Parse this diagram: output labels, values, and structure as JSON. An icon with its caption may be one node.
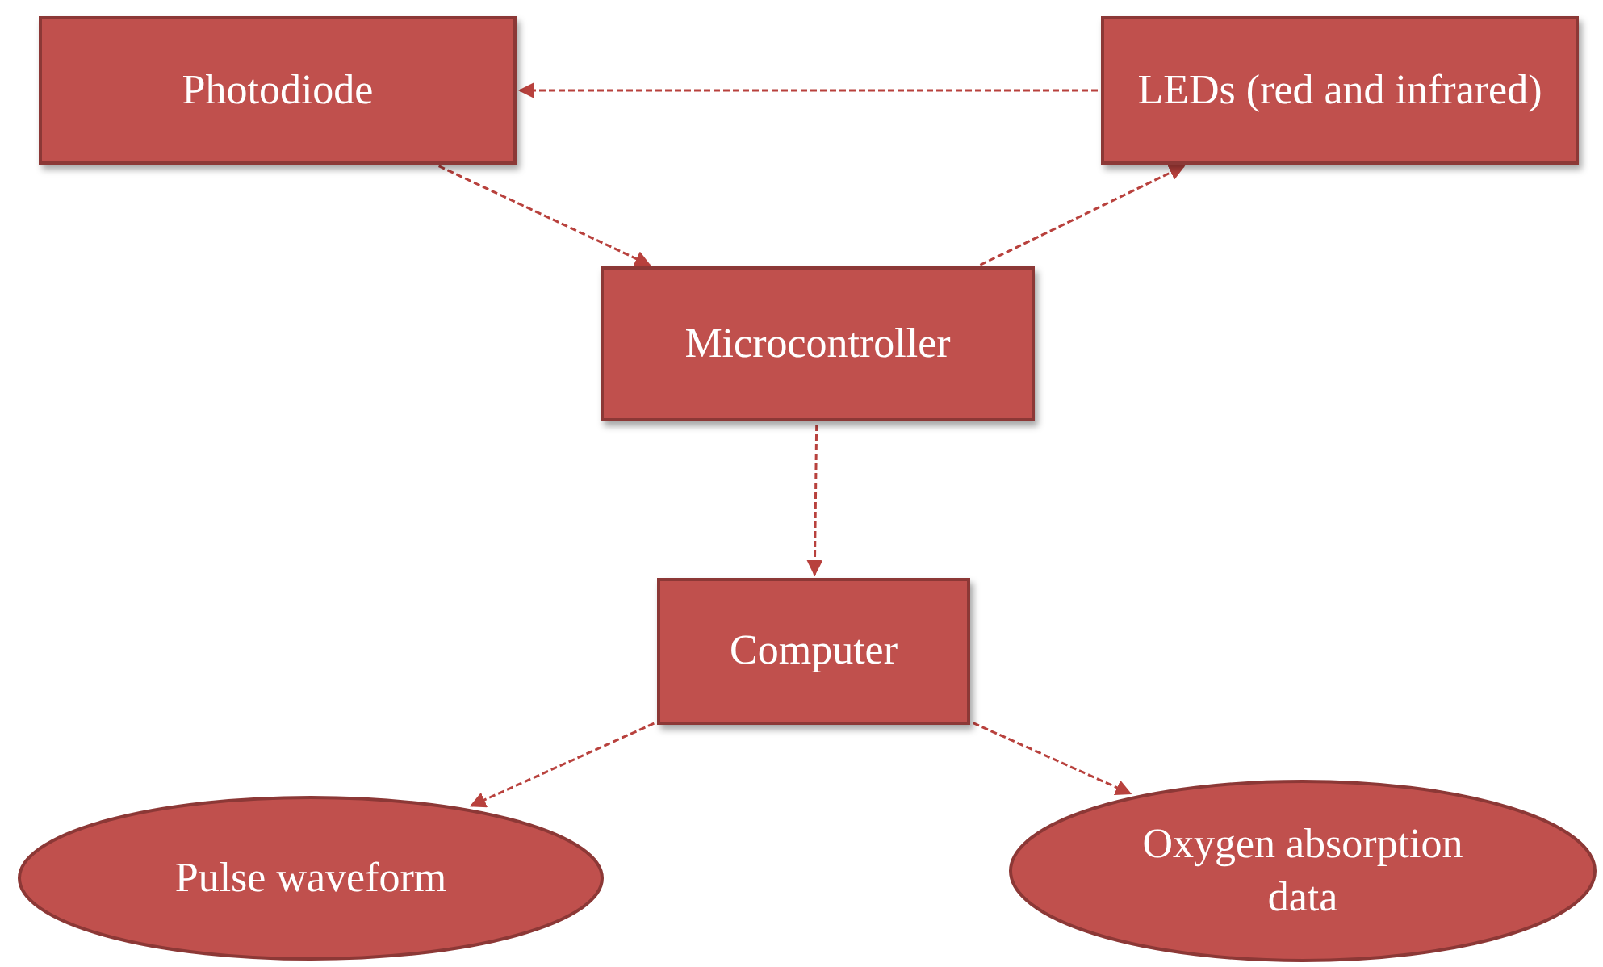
{
  "diagram": {
    "nodes": [
      {
        "text": [
          "Photodiode"
        ]
      },
      {
        "text": [
          "LEDs (red and infrared)"
        ]
      },
      {
        "text": [
          "Microcontroller"
        ]
      },
      {
        "text": [
          "Computer"
        ]
      },
      {
        "text": [
          "Pulse waveform"
        ]
      },
      {
        "text": [
          "Oxygen absorption data"
        ]
      }
    ],
    "edges": [
      {
        "from": 1,
        "to": 0,
        "arrow": "to"
      },
      {
        "from": 0,
        "to": 2,
        "arrow": "to"
      },
      {
        "from": 2,
        "to": 1,
        "arrow": "to"
      },
      {
        "from": 2,
        "to": 3,
        "arrow": "to"
      },
      {
        "from": 3,
        "to": 4,
        "arrow": "to"
      },
      {
        "from": 3,
        "to": 5,
        "arrow": "to"
      }
    ]
  }
}
